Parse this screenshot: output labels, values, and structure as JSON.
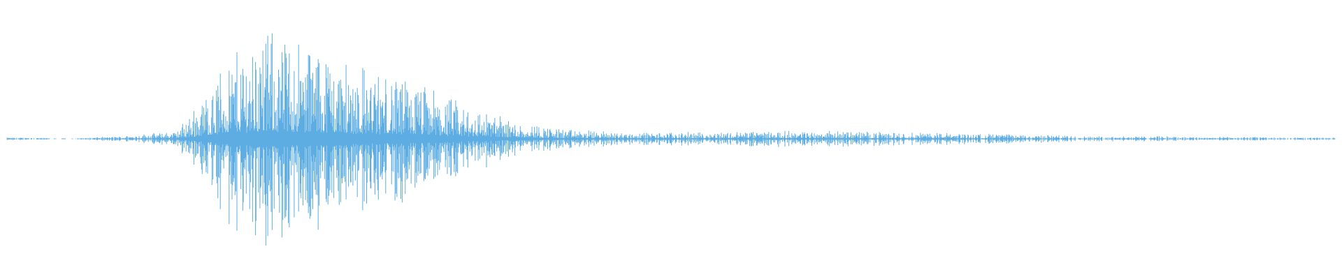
{
  "waveform": {
    "color": "#5dade2",
    "background": "#ffffff",
    "envelope_peak_fraction": [
      0.01,
      0.01,
      0.0,
      0.01,
      0.02,
      0.04,
      0.06,
      0.35,
      0.7,
      0.85,
      0.8,
      0.78,
      0.62,
      0.55,
      0.48,
      0.4,
      0.28,
      0.22,
      0.15,
      0.1,
      0.07,
      0.06,
      0.05,
      0.05,
      0.05,
      0.05,
      0.06,
      0.06,
      0.06,
      0.06,
      0.06,
      0.05,
      0.05,
      0.05,
      0.04,
      0.04,
      0.03,
      0.03,
      0.02,
      0.02,
      0.02,
      0.02,
      0.015,
      0.015,
      0.015,
      0.01,
      0.01,
      0.01
    ]
  }
}
